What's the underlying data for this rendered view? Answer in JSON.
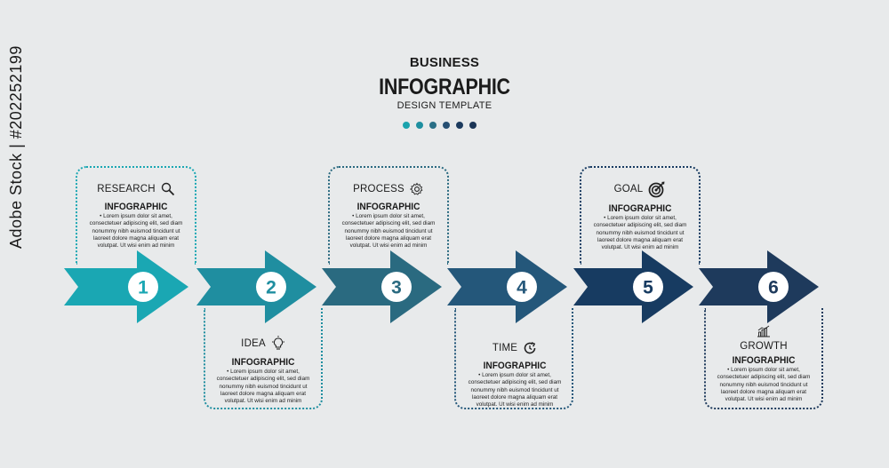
{
  "header": {
    "business": "BUSINESS",
    "infographic": "INFOGRAPHIC",
    "design": "DESIGN TEMPLATE"
  },
  "dots": [
    "#1aa3ad",
    "#1e8fa0",
    "#2a6f86",
    "#264f72",
    "#1c3b5e",
    "#1b3556"
  ],
  "steps": [
    {
      "number": "1",
      "label": "RESEARCH",
      "icon": "magnifier-icon",
      "title": "INFOGRAPHIC",
      "color": "#1aa7b3",
      "text": [
        "• Lorem ipsum dolor sit amet,",
        "consectetuer adipiscing elit, sed diam",
        "nonummy nibh euismod tincidunt ut",
        "laoreet dolore magna aliquam erat",
        "volutpat. Ut wisi enim ad minim"
      ]
    },
    {
      "number": "2",
      "label": "IDEA",
      "icon": "lightbulb-icon",
      "title": "INFOGRAPHIC",
      "color": "#1f8ea0",
      "text": [
        "• Lorem ipsum dolor sit amet,",
        "consectetuer adipiscing elit, sed diam",
        "nonummy nibh euismod tincidunt ut",
        "laoreet dolore magna aliquam erat",
        "volutpat. Ut wisi enim ad minim"
      ]
    },
    {
      "number": "3",
      "label": "PROCESS",
      "icon": "gear-icon",
      "title": "INFOGRAPHIC",
      "color": "#2a6a80",
      "text": [
        "• Lorem ipsum dolor sit amet,",
        "consectetuer adipiscing elit, sed diam",
        "nonummy nibh euismod tincidunt ut",
        "laoreet dolore magna aliquam erat",
        "volutpat. Ut wisi enim ad minim"
      ]
    },
    {
      "number": "4",
      "label": "TIME",
      "icon": "clock-icon",
      "title": "INFOGRAPHIC",
      "color": "#24577a",
      "text": [
        "• Lorem ipsum dolor sit amet,",
        "consectetuer adipiscing elit, sed diam",
        "nonummy nibh euismod tincidunt ut",
        "laoreet dolore magna aliquam erat",
        "volutpat. Ut wisi enim ad minim"
      ]
    },
    {
      "number": "5",
      "label": "GOAL",
      "icon": "target-icon",
      "title": "INFOGRAPHIC",
      "color": "#173b61",
      "text": [
        "• Lorem ipsum dolor sit amet,",
        "consectetuer adipiscing elit, sed diam",
        "nonummy nibh euismod tincidunt ut",
        "laoreet dolore magna aliquam erat",
        "volutpat. Ut wisi enim ad minim"
      ]
    },
    {
      "number": "6",
      "label": "GROWTH",
      "icon": "bar-chart-icon",
      "title": "INFOGRAPHIC",
      "color": "#1e3a5c",
      "text": [
        "• Lorem ipsum dolor sit amet,",
        "consectetuer adipiscing elit, sed diam",
        "nonummy nibh euismod tincidunt ut",
        "laoreet dolore magna aliquam erat",
        "volutpat. Ut wisi enim ad minim"
      ]
    }
  ],
  "stock_id": "Adobe Stock | #202252199"
}
